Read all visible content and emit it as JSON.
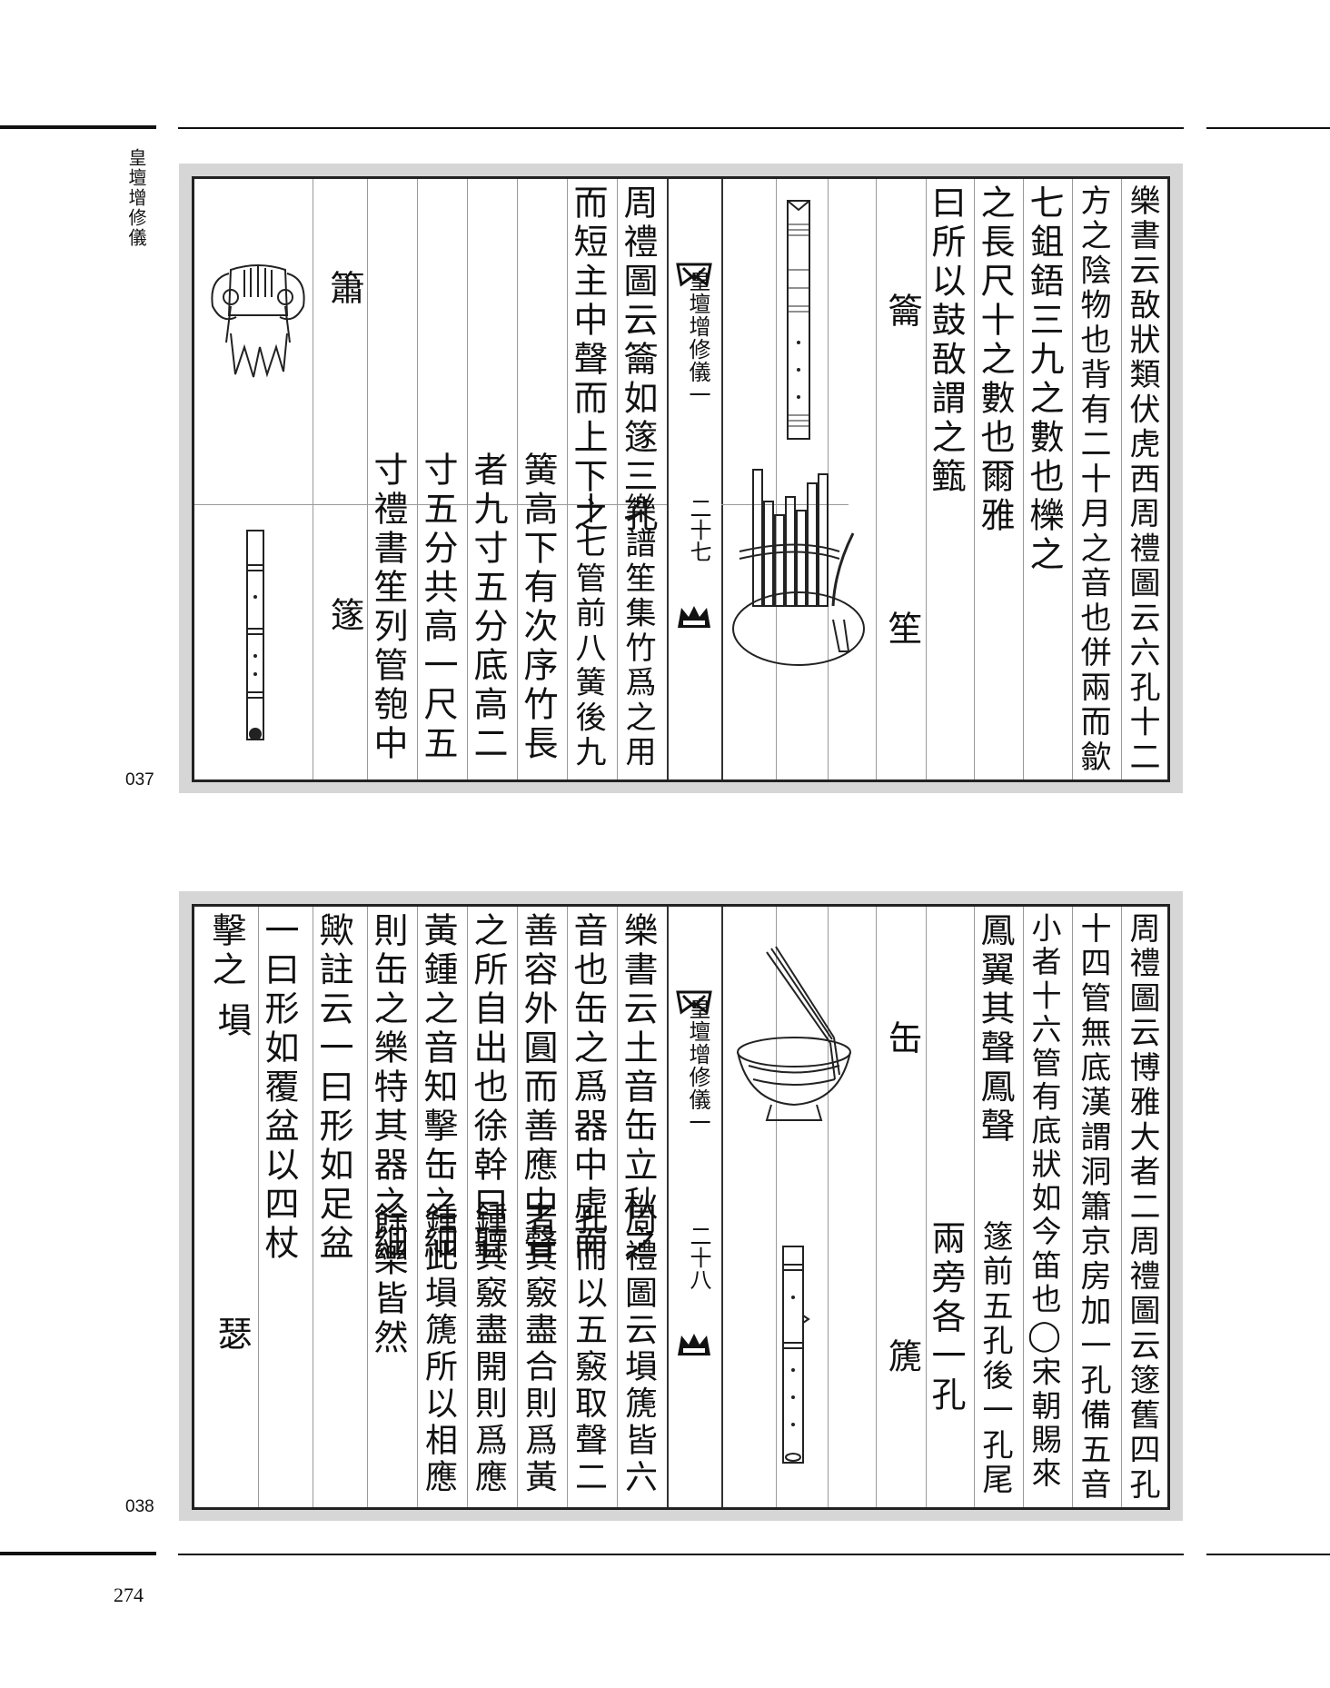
{
  "book_title": "皇壇增修儀",
  "folio": "274",
  "plates": [
    {
      "number": "037",
      "center_title": "皇壇增修儀一",
      "center_number": "二十七",
      "right_text": [
        "樂書云敔狀類伏虎西周禮圖云六孔十二",
        "方之陰物也背有二十月之音也併兩而歙",
        "七鉏鋙三九之數也櫟之",
        "之長尺十之數也爾雅",
        "曰所以鼓敔謂之籈"
      ],
      "right_labels": [
        "籥",
        "笙"
      ],
      "left_text": [
        "周禮圖云籥如篴三孔",
        "而短主中聲而上下之",
        "樂譜笙集竹爲之用",
        "十七管前八簧後九",
        "簧高下有次序竹長",
        "者九寸五分底高二",
        "寸五分共高一尺五",
        "寸禮書笙列管匏中"
      ],
      "left_labels": [
        "簫",
        "篴"
      ]
    },
    {
      "number": "038",
      "center_title": "皇壇增修儀一",
      "center_number": "二十八",
      "right_text": [
        "周禮圖云博雅大者二周禮圖云篴舊四孔",
        "十四管無底漢謂洞簫京房加一孔備五音",
        "小者十六管有底狀如今笛也◯宋朝賜來",
        "鳳翼其聲鳳聲",
        "篴前五孔後一孔尾",
        "兩旁各一孔"
      ],
      "right_labels": [
        "缶",
        "篪"
      ],
      "left_text": [
        "樂書云土音缶立秋之",
        "音也缶之爲器中虛而",
        "善容外圓而善應中聲",
        "之所自出也徐幹曰聽",
        "黃鍾之音知擊缶之細",
        "則缶之樂特其器之細",
        "歟註云一曰形如足盆",
        "一曰形如覆盆以四杖",
        "擊之"
      ],
      "left_lower": [
        "周禮圖云塤篪皆六",
        "孔而以五竅取聲二",
        "者其竅盡合則爲黃",
        "鍾其竅盡開則爲應",
        "鍾此塤篪所以相應",
        "餘樂皆然"
      ],
      "left_labels": [
        "塤",
        "瑟"
      ]
    }
  ]
}
